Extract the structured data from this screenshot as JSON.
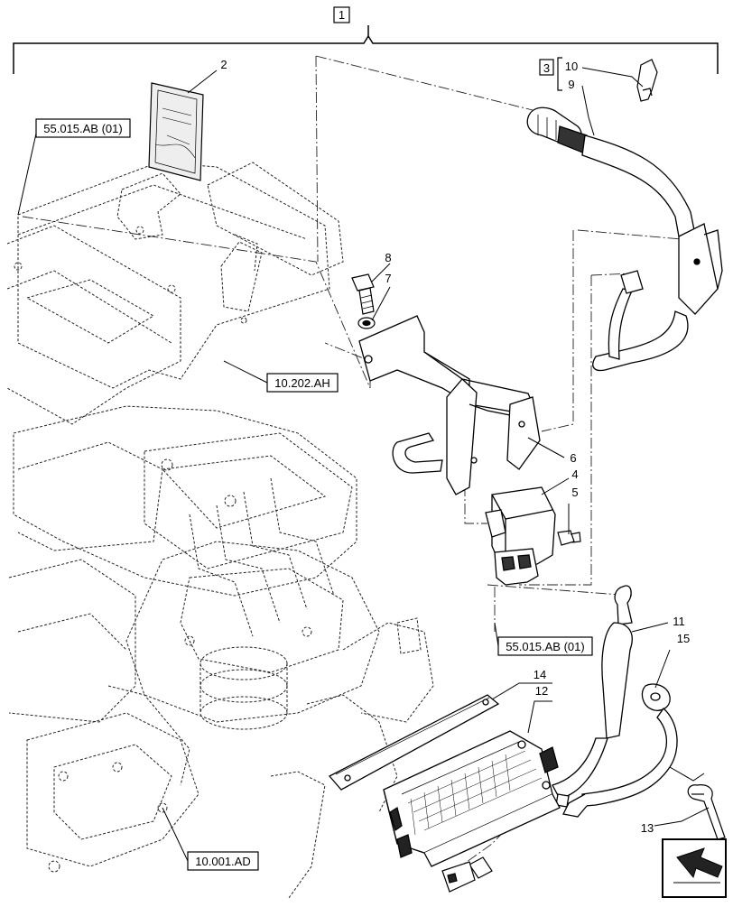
{
  "callouts": {
    "n1": "1",
    "n2": "2",
    "n3": "3",
    "n4": "4",
    "n5": "5",
    "n6": "6",
    "n7": "7",
    "n8": "8",
    "n9": "9",
    "n10": "10",
    "n11": "11",
    "n12": "12",
    "n13": "13",
    "n14": "14",
    "n15": "15"
  },
  "references": {
    "ref_55015_top": "55.015.AB (01)",
    "ref_10202": "10.202.AH",
    "ref_55015_bottom": "55.015.AB (01)",
    "ref_10001": "10.001.AD"
  },
  "icons": {
    "nav": "direction-arrow-icon"
  }
}
